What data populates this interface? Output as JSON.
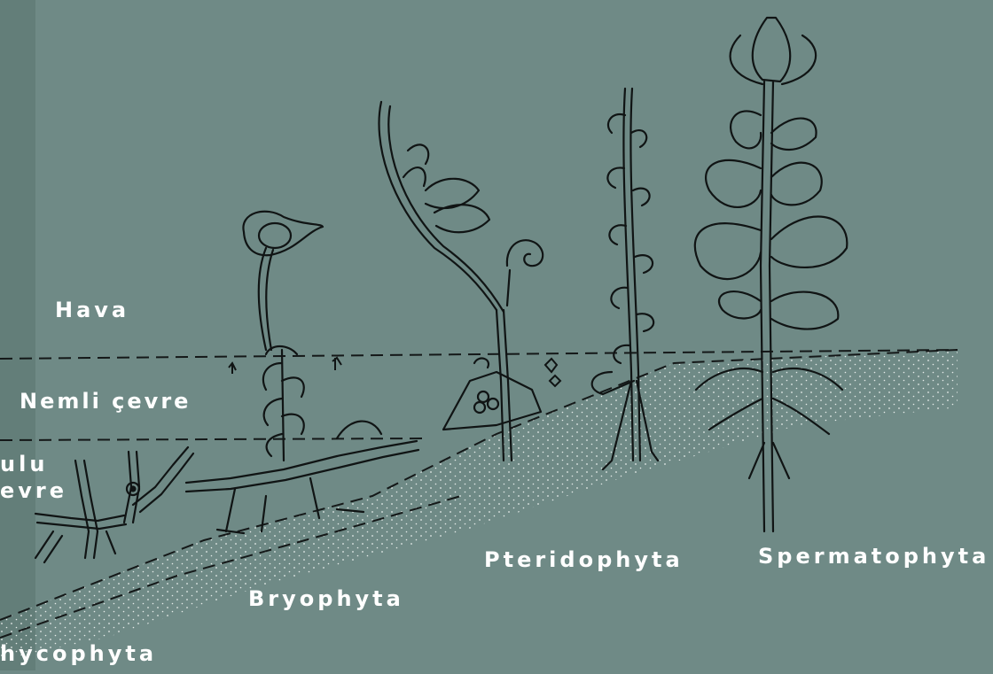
{
  "zones": {
    "hava": "Hava",
    "nemli": "Nemli çevre",
    "sulu_line1": "ulu",
    "sulu_line2": "evre"
  },
  "groups": {
    "phycophyta": "hycophyta",
    "bryophyta": "Bryophyta",
    "pteridophyta": "Pteridophyta",
    "spermatophyta": "Spermatophyta"
  },
  "colors": {
    "background": "#6f8a86",
    "ink": "#101414",
    "text": "#ffffff",
    "soil": "#dfe7e4"
  }
}
